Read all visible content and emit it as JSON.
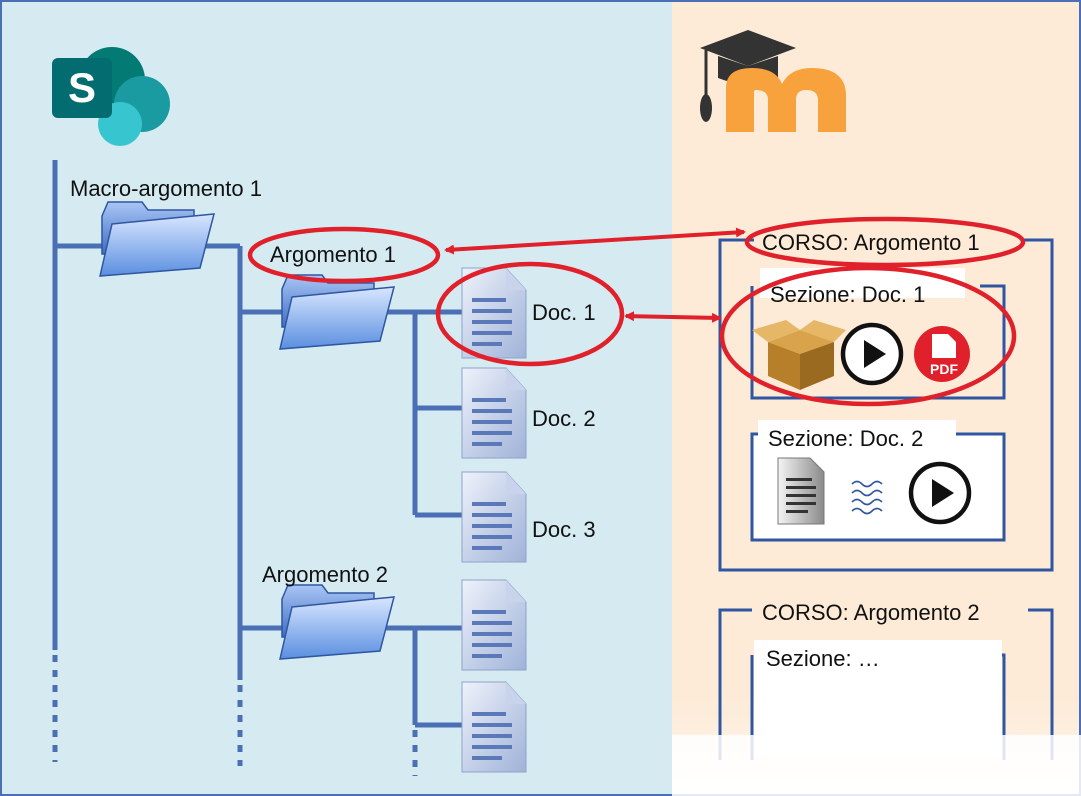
{
  "left_panel": {
    "logo": {
      "letter": "S",
      "icon": "sharepoint-logo-icon"
    },
    "macro_topic": "Macro-argomento 1",
    "topic1": "Argomento 1",
    "topic2": "Argomento 2",
    "docs": [
      "Doc. 1",
      "Doc. 2",
      "Doc. 3"
    ]
  },
  "right_panel": {
    "logo": {
      "icon": "moodle-logo-icon"
    },
    "course1": {
      "title": "CORSO: Argomento 1",
      "section1": {
        "title": "Sezione: Doc. 1",
        "icons": [
          "package-box-icon",
          "play-video-icon",
          "pdf-icon"
        ],
        "pdf_text": "PDF"
      },
      "section2": {
        "title": "Sezione: Doc. 2",
        "icons": [
          "document-icon",
          "wavy-lines-icon",
          "play-video-icon"
        ]
      }
    },
    "course2": {
      "title": "CORSO: Argomento 2",
      "section": {
        "title": "Sezione: …"
      }
    }
  },
  "colors": {
    "left_bg": "#d6ebf1",
    "right_bg": "#fdebd8",
    "tree_line": "#4a6fb5",
    "highlight": "#e0202a",
    "sharepoint_green": "#0b7a6e",
    "moodle_orange": "#f7a23c"
  }
}
